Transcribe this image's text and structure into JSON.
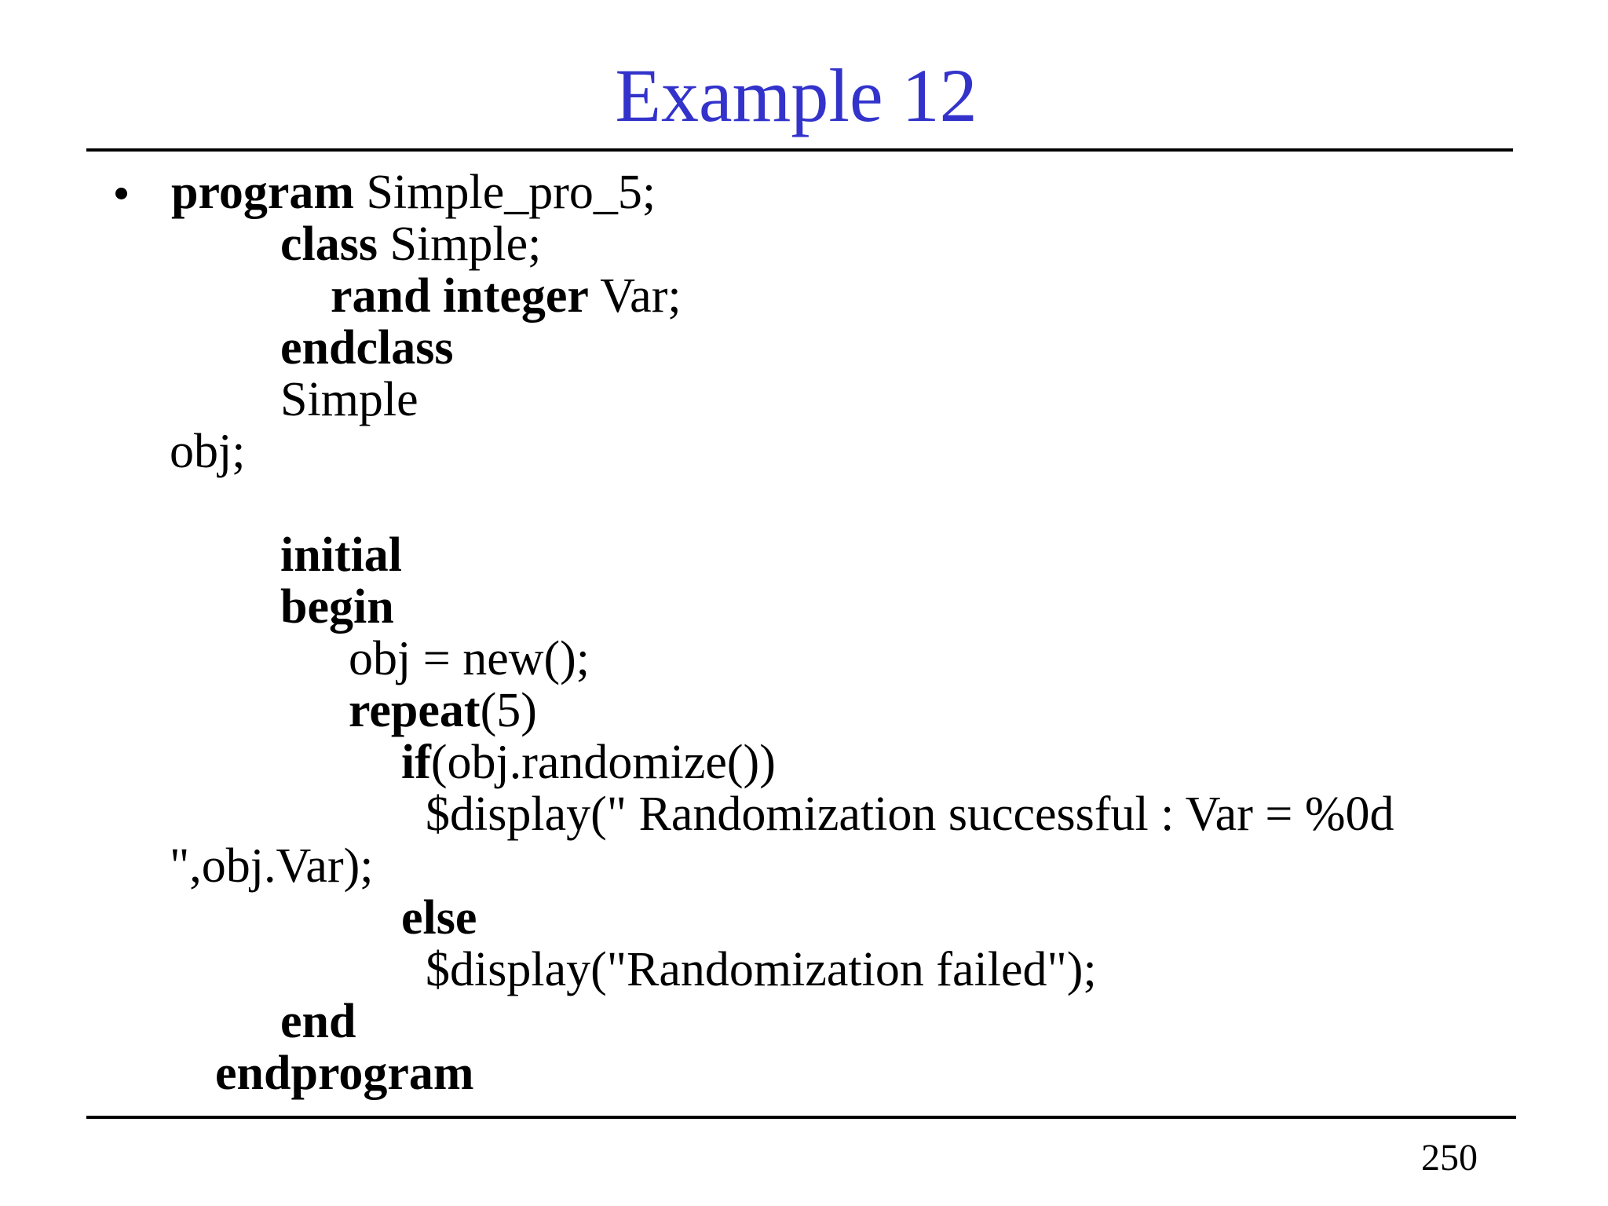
{
  "slide": {
    "title": "Example 12",
    "page_number": "250",
    "title_color": "#3333cc",
    "text_color": "#000000",
    "bullet_icon": "filled-circle",
    "code_lines": [
      {
        "indent": 218,
        "segments": [
          {
            "text": "program",
            "bold": true
          },
          {
            "text": " Simple_pro_5;",
            "bold": false
          }
        ]
      },
      {
        "indent": 357,
        "segments": [
          {
            "text": "class",
            "bold": true
          },
          {
            "text": " Simple;",
            "bold": false
          }
        ]
      },
      {
        "indent": 421,
        "segments": [
          {
            "text": "rand integer",
            "bold": true
          },
          {
            "text": " Var;",
            "bold": false
          }
        ]
      },
      {
        "indent": 357,
        "segments": [
          {
            "text": "endclass",
            "bold": true
          }
        ]
      },
      {
        "indent": 357,
        "segments": [
          {
            "text": "Simple",
            "bold": false
          }
        ]
      },
      {
        "indent": 216,
        "segments": [
          {
            "text": "obj;",
            "bold": false
          }
        ]
      },
      {
        "indent": 0,
        "segments": []
      },
      {
        "indent": 357,
        "segments": [
          {
            "text": "initial",
            "bold": true
          }
        ]
      },
      {
        "indent": 357,
        "segments": [
          {
            "text": "begin",
            "bold": true
          }
        ]
      },
      {
        "indent": 444,
        "segments": [
          {
            "text": "obj = new();",
            "bold": false
          }
        ]
      },
      {
        "indent": 444,
        "segments": [
          {
            "text": "repeat",
            "bold": true
          },
          {
            "text": "(5)",
            "bold": false
          }
        ]
      },
      {
        "indent": 511,
        "segments": [
          {
            "text": "if",
            "bold": true
          },
          {
            "text": "(obj.randomize())",
            "bold": false
          }
        ]
      },
      {
        "indent": 542,
        "segments": [
          {
            "text": "$display(\" Randomization successful : Var = %0d",
            "bold": false
          }
        ]
      },
      {
        "indent": 216,
        "segments": [
          {
            "text": "\",obj.Var);",
            "bold": false
          }
        ]
      },
      {
        "indent": 511,
        "segments": [
          {
            "text": "else",
            "bold": true
          }
        ]
      },
      {
        "indent": 542,
        "segments": [
          {
            "text": "$display(\"Randomization failed\");",
            "bold": false
          }
        ]
      },
      {
        "indent": 357,
        "segments": [
          {
            "text": "end",
            "bold": true
          }
        ]
      },
      {
        "indent": 274,
        "segments": [
          {
            "text": "endprogram",
            "bold": true
          }
        ]
      }
    ]
  }
}
